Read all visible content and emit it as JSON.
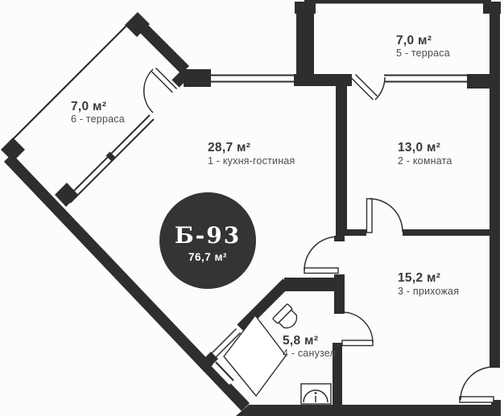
{
  "plan": {
    "badge": {
      "unit": "Б-93",
      "total_area": "76,7 м²"
    },
    "rooms": {
      "kitchen": {
        "area": "28,7 м²",
        "name": "1 - кухня-гостиная"
      },
      "room": {
        "area": "13,0 м²",
        "name": "2 - комната"
      },
      "hall": {
        "area": "15,2 м²",
        "name": "3 - прихожая"
      },
      "bath": {
        "area": "5,8 м²",
        "name": "4 - санузел"
      },
      "terrace5": {
        "area": "7,0 м²",
        "name": "5 - терраса"
      },
      "terrace6": {
        "area": "7,0 м²",
        "name": "6 - терраса"
      }
    },
    "colors": {
      "wall": "#2e2e30",
      "badge": "#343436",
      "area_text": "#39393b",
      "name_text": "#4c4c4e",
      "background": "#fcfcfc"
    }
  }
}
